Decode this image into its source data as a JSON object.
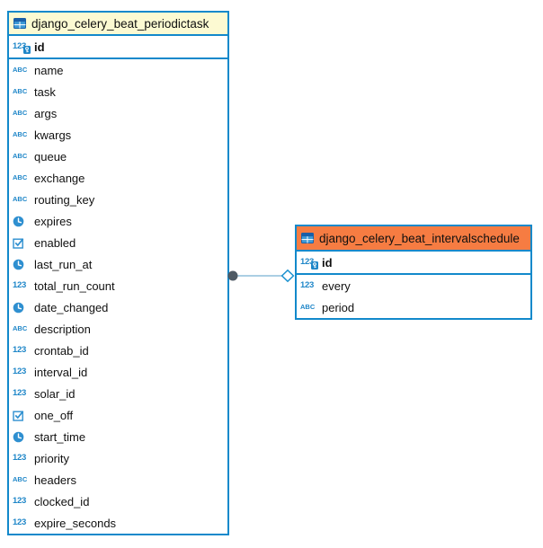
{
  "diagram": {
    "type_glyphs": {
      "number": "123",
      "text": "ABC"
    },
    "colors": {
      "table_border": "#1289CB",
      "left_header_bg": "#FCFAD2",
      "right_header_bg": "#F67C42",
      "type_icon_blue": "#1E86C8",
      "relation_line": "#8FBFDC",
      "relation_source_dot": "#4F5A64",
      "relation_target_diamond_stroke": "#1E93D0"
    },
    "tables": [
      {
        "title": "django_celery_beat_periodictask",
        "key_columns": [
          {
            "name": "id",
            "type": "number-key"
          }
        ],
        "columns": [
          {
            "name": "name",
            "type": "text"
          },
          {
            "name": "task",
            "type": "text"
          },
          {
            "name": "args",
            "type": "text"
          },
          {
            "name": "kwargs",
            "type": "text"
          },
          {
            "name": "queue",
            "type": "text"
          },
          {
            "name": "exchange",
            "type": "text"
          },
          {
            "name": "routing_key",
            "type": "text"
          },
          {
            "name": "expires",
            "type": "datetime"
          },
          {
            "name": "enabled",
            "type": "boolean"
          },
          {
            "name": "last_run_at",
            "type": "datetime"
          },
          {
            "name": "total_run_count",
            "type": "number"
          },
          {
            "name": "date_changed",
            "type": "datetime"
          },
          {
            "name": "description",
            "type": "text"
          },
          {
            "name": "crontab_id",
            "type": "number"
          },
          {
            "name": "interval_id",
            "type": "number"
          },
          {
            "name": "solar_id",
            "type": "number"
          },
          {
            "name": "one_off",
            "type": "boolean"
          },
          {
            "name": "start_time",
            "type": "datetime"
          },
          {
            "name": "priority",
            "type": "number"
          },
          {
            "name": "headers",
            "type": "text"
          },
          {
            "name": "clocked_id",
            "type": "number"
          },
          {
            "name": "expire_seconds",
            "type": "number"
          }
        ]
      },
      {
        "title": "django_celery_beat_intervalschedule",
        "key_columns": [
          {
            "name": "id",
            "type": "number-key"
          }
        ],
        "columns": [
          {
            "name": "every",
            "type": "number"
          },
          {
            "name": "period",
            "type": "text"
          }
        ]
      }
    ],
    "relation": {
      "from_table": "django_celery_beat_periodictask",
      "to_table": "django_celery_beat_intervalschedule"
    }
  }
}
